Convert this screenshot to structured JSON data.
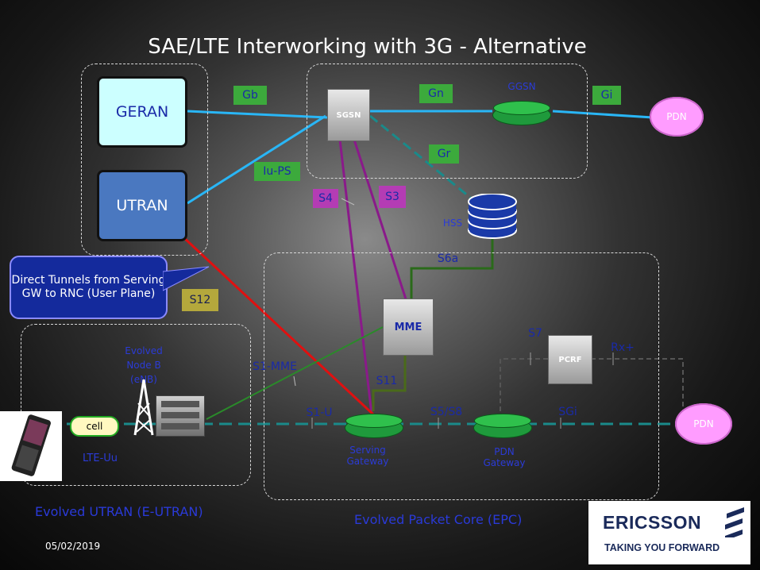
{
  "title": "SAE/LTE Interworking with 3G - Alternative",
  "nodes": {
    "geran": "GERAN",
    "utran": "UTRAN",
    "sgsn": "SGSN",
    "ggsn": "GGSN",
    "hss": "HSS",
    "mme": "MME",
    "pcrf": "PCRF",
    "serving_gw": "Serving Gateway",
    "pdn_gw": "PDN Gateway",
    "enodeb": "Evolved Node B (eNB)",
    "pdn_top": "PDN",
    "pdn_bottom": "PDN",
    "cell": "cell"
  },
  "interfaces": {
    "gb": "Gb",
    "gn": "Gn",
    "gi": "Gi",
    "gr": "Gr",
    "iu_ps": "Iu-PS",
    "s4": "S4",
    "s3": "S3",
    "s6a": "S6a",
    "s12": "S12",
    "s7": "S7",
    "rx": "Rx+",
    "s1_mme": "S1-MME",
    "s11": "S11",
    "s1_u": "S1-U",
    "s5_s8": "S5/S8",
    "sgi": "SGi",
    "lte_uu": "LTE-Uu"
  },
  "callout": "Direct Tunnels from Serving GW to RNC (User Plane)",
  "regions": {
    "eutran": "Evolved UTRAN (E-UTRAN)",
    "epc": "Evolved Packet Core (EPC)"
  },
  "footer": {
    "date": "05/02/2019",
    "logo_name": "ERICSSON",
    "logo_tagline": "TAKING YOU FORWARD"
  },
  "colors": {
    "interface_tag_green": "#3caa3c",
    "interface_tag_purple": "#b43cb4",
    "interface_tag_olive": "#b4a83c",
    "label_blue": "#1a2aa8",
    "link_cyan": "#29b6f6",
    "link_teal_dashed": "#1a8a8a",
    "link_purple": "#8a1a8a",
    "link_red": "#e01010",
    "link_green": "#2a8a2a",
    "link_olive": "#4a6a1a"
  }
}
